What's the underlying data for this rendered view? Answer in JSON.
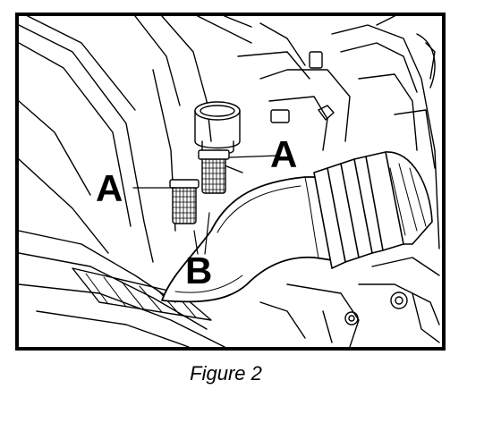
{
  "figure": {
    "callouts": {
      "a_left": "A",
      "a_right": "A",
      "b": "B"
    },
    "caption": "Figure 2"
  },
  "colors": {
    "ink": "#000000",
    "paper": "#ffffff"
  }
}
